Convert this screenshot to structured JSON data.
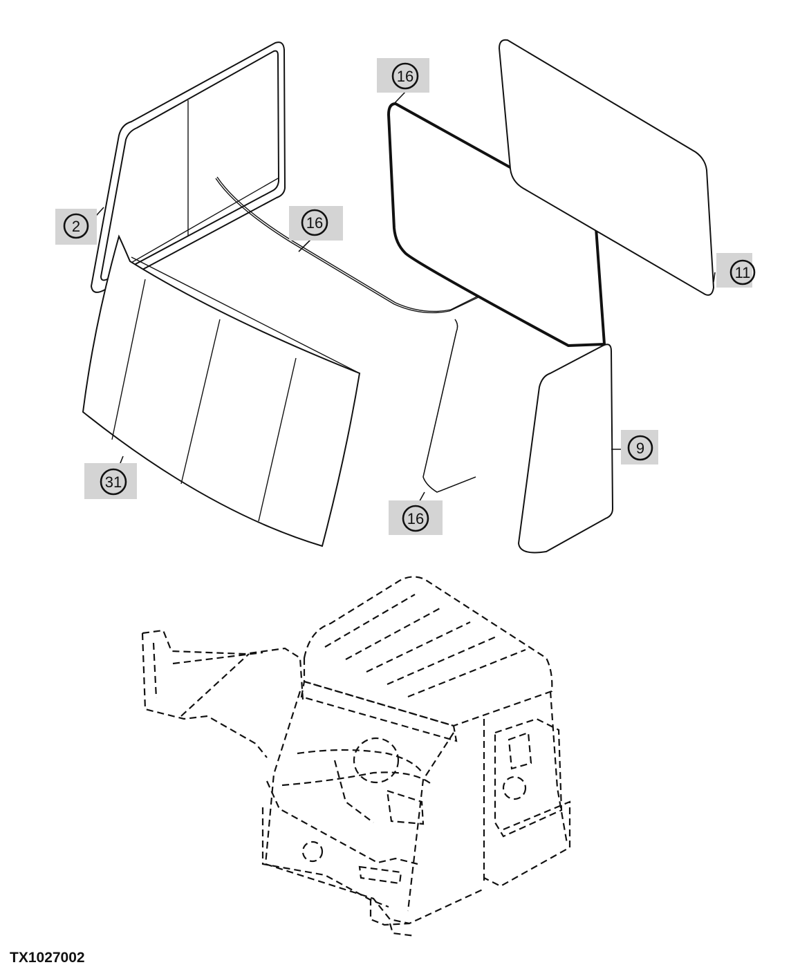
{
  "figure": {
    "reference_code": "TX1027002",
    "callouts": [
      {
        "id": "callout-2",
        "label": "2"
      },
      {
        "id": "callout-16-top",
        "label": "16"
      },
      {
        "id": "callout-16-mid",
        "label": "16"
      },
      {
        "id": "callout-11",
        "label": "11"
      },
      {
        "id": "callout-9",
        "label": "9"
      },
      {
        "id": "callout-31",
        "label": "31"
      },
      {
        "id": "callout-16-bottom",
        "label": "16"
      }
    ]
  }
}
